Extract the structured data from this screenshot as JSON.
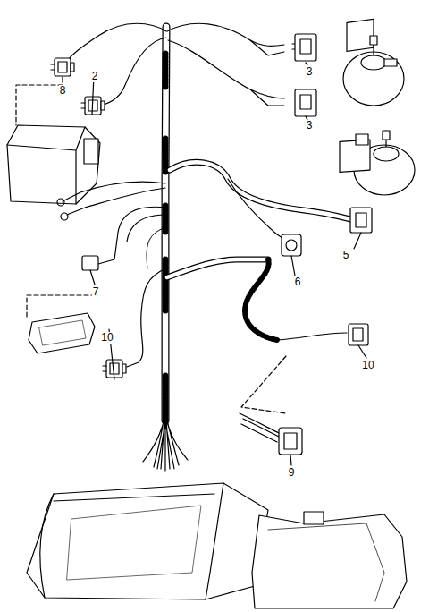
{
  "diagram": {
    "labels": [
      "8",
      "2",
      "3",
      "3",
      "5",
      "6",
      "7",
      "10",
      "10",
      "9"
    ]
  }
}
